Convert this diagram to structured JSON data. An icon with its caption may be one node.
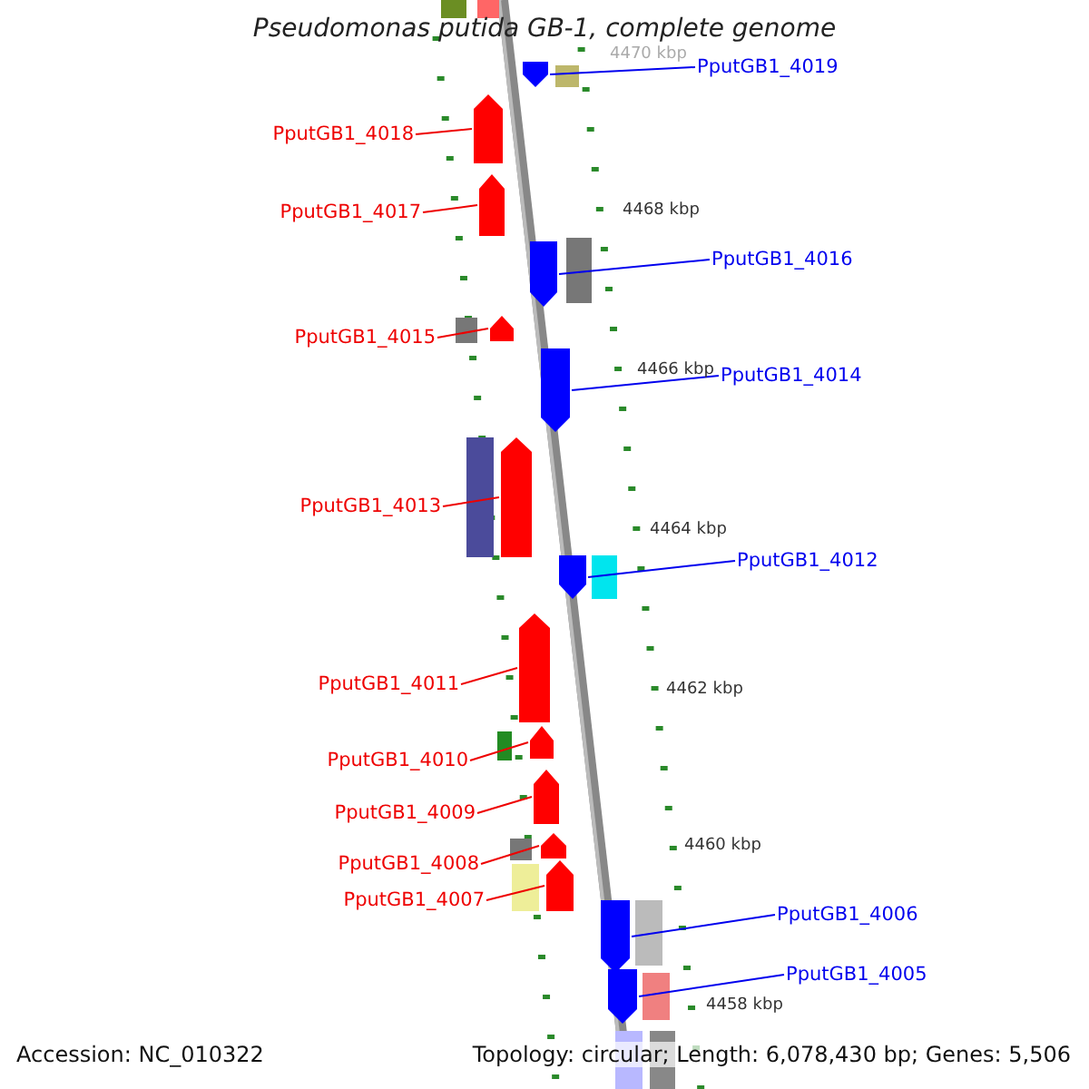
{
  "diagram": {
    "title": "Pseudomonas putida GB-1, complete genome",
    "nodes": [
      {
        "text": [
          "PputGB1_4019"
        ]
      },
      {
        "text": [
          "PputGB1_4018"
        ]
      },
      {
        "text": [
          "PputGB1_4017"
        ]
      },
      {
        "text": [
          "PputGB1_4016"
        ]
      },
      {
        "text": [
          "PputGB1_4015"
        ]
      },
      {
        "text": [
          "PputGB1_4014"
        ]
      },
      {
        "text": [
          "PputGB1_4013"
        ]
      },
      {
        "text": [
          "PputGB1_4012"
        ]
      },
      {
        "text": [
          "PputGB1_4011"
        ]
      },
      {
        "text": [
          "PputGB1_4010"
        ]
      },
      {
        "text": [
          "PputGB1_4009"
        ]
      },
      {
        "text": [
          "PputGB1_4008"
        ]
      },
      {
        "text": [
          "PputGB1_4007"
        ]
      },
      {
        "text": [
          "PputGB1_4006"
        ]
      },
      {
        "text": [
          "PputGB1_4005"
        ]
      },
      {
        "text": [],
        "shape": "bar"
      },
      {
        "text": [],
        "shape": "bar"
      },
      {
        "text": [],
        "shape": "bar"
      },
      {
        "text": [],
        "shape": "bar"
      },
      {
        "text": [],
        "shape": "bar"
      },
      {
        "text": [],
        "shape": "bar"
      },
      {
        "text": [],
        "shape": "bar"
      },
      {
        "text": [],
        "shape": "bar"
      },
      {
        "text": [],
        "shape": "bar"
      },
      {
        "text": [],
        "shape": "bar"
      },
      {
        "text": [],
        "shape": "bar"
      },
      {
        "text": [],
        "shape": "bar"
      },
      {
        "text": [],
        "shape": "bar"
      },
      {
        "text": [],
        "shape": "bar"
      },
      {
        "text": [],
        "shape": "bar"
      }
    ],
    "edges": [
      {
        "from": 0,
        "to": 15,
        "arrow": "none",
        "color": "#0000ee"
      },
      {
        "from": 1,
        "to": 16,
        "arrow": "none"
      },
      {
        "from": 2,
        "to": 17,
        "arrow": "none"
      },
      {
        "from": 3,
        "to": 18,
        "arrow": "none",
        "color": "#0000ee"
      },
      {
        "from": 4,
        "to": 19,
        "arrow": "none"
      },
      {
        "from": 5,
        "to": 20,
        "arrow": "none",
        "color": "#0000ee"
      },
      {
        "from": 6,
        "to": 21,
        "arrow": "none"
      },
      {
        "from": 7,
        "to": 22,
        "arrow": "none",
        "color": "#0000ee"
      },
      {
        "from": 8,
        "to": 23,
        "arrow": "none"
      },
      {
        "from": 9,
        "to": 24,
        "arrow": "none"
      },
      {
        "from": 10,
        "to": 25,
        "arrow": "none"
      },
      {
        "from": 11,
        "to": 26,
        "arrow": "none"
      },
      {
        "from": 12,
        "to": 27,
        "arrow": "none"
      },
      {
        "from": 13,
        "to": 28,
        "arrow": "none",
        "color": "#0000ee"
      },
      {
        "from": 14,
        "to": 29,
        "arrow": "none",
        "color": "#0000ee"
      }
    ],
    "labels": [
      "4470 kbp",
      "4468 kbp",
      "4466 kbp",
      "4464 kbp",
      "4462 kbp",
      "4460 kbp",
      "4458 kbp",
      "Accession: NC_010322",
      "Topology: circular; Length: 6,078,430 bp; Genes: 5,506"
    ]
  }
}
